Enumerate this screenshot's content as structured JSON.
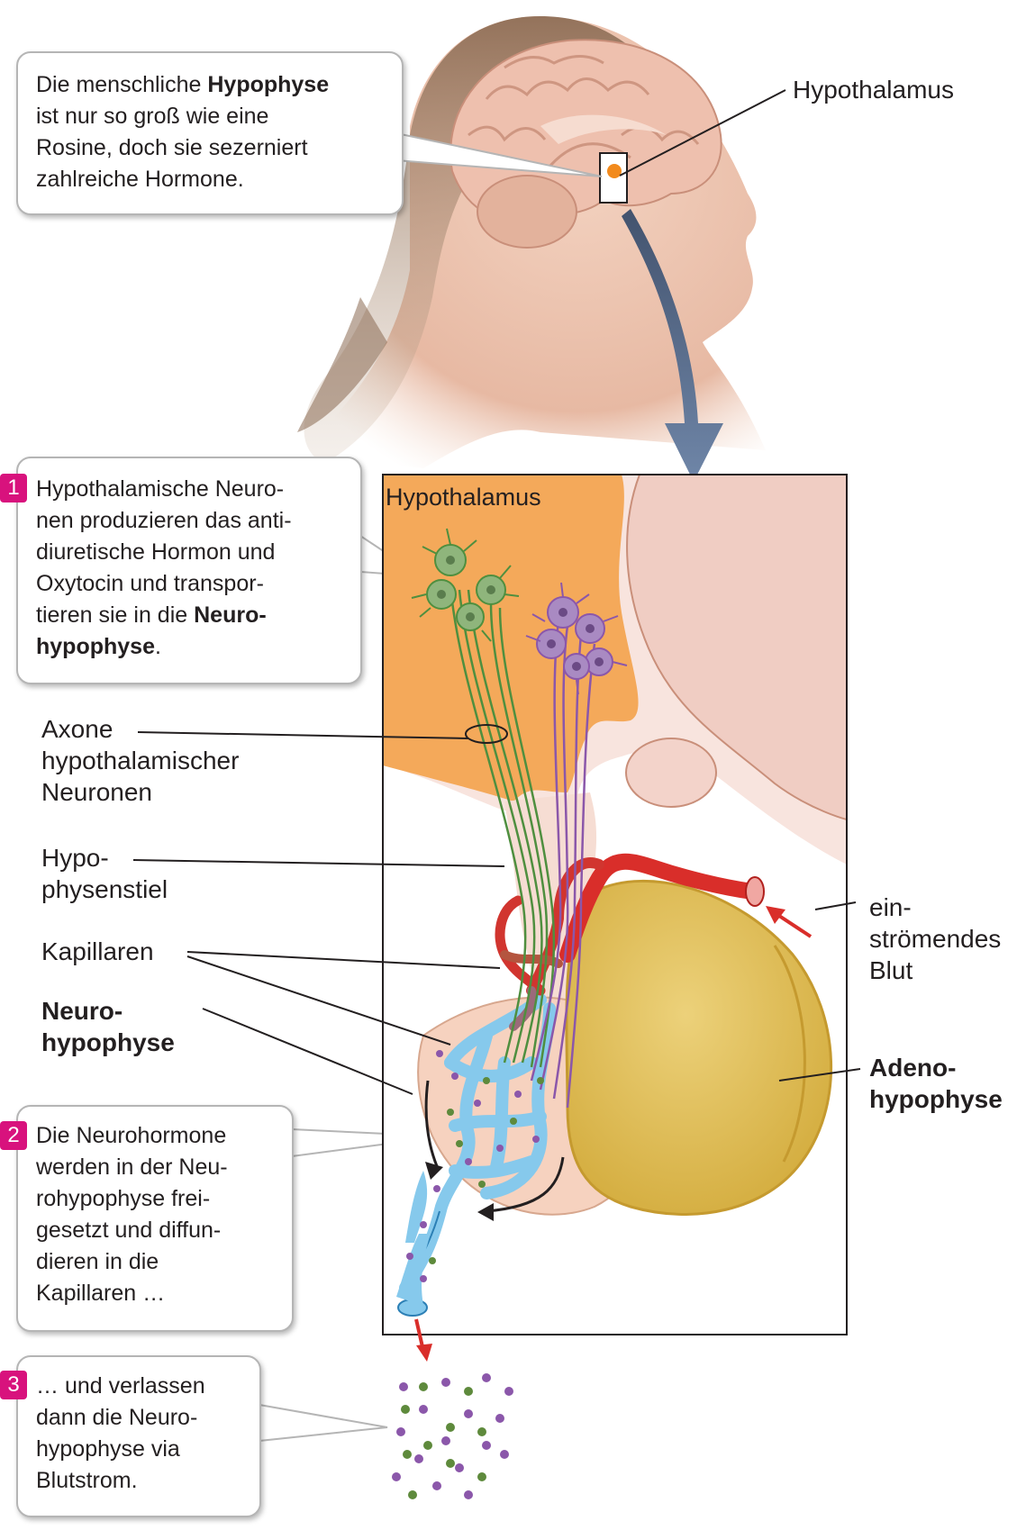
{
  "colors": {
    "badge": "#d8127d",
    "hypothalamus_region": "#f4a95a",
    "adenohypophysis": "#e6c55b",
    "artery": "#d92e2a",
    "capillary_blue": "#86c9ec",
    "neuron_green": "#4f8f3f",
    "neuron_purple": "#8b57aa",
    "arrow_blue": "#5c7393"
  },
  "icons": {
    "head": "head-profile-illustration",
    "brain": "brain-illustration",
    "arrow": "curved-arrow-icon"
  },
  "callouts": {
    "intro": {
      "line1_pre": "Die menschliche ",
      "line1_bold": "Hypophyse",
      "line2": "ist nur so groß wie eine",
      "line3": "Rosine, doch sie sezerniert",
      "line4": "zahlreiche Hormone."
    },
    "step1": {
      "number": "1",
      "line1": "Hypothalamische Neuro-",
      "line2": "nen produzieren das anti-",
      "line3": "diuretische Hormon und",
      "line4": "Oxytocin und transpor-",
      "line5_pre": "tieren sie in die ",
      "line5_bold": "Neuro-",
      "line6_bold": "hypophyse",
      "line6_post": "."
    },
    "step2": {
      "number": "2",
      "line1": "Die Neurohormone",
      "line2": "werden in der Neu-",
      "line3": "rohypophyse frei-",
      "line4": "gesetzt und diffun-",
      "line5": "dieren in die",
      "line6": "Kapillaren …"
    },
    "step3": {
      "number": "3",
      "line1": "… und verlassen",
      "line2": "dann die Neuro-",
      "line3": "hypophyse via",
      "line4": "Blutstrom."
    }
  },
  "labels": {
    "hypothalamus_head": "Hypothalamus",
    "hypothalamus_inner": "Hypothalamus",
    "axone": [
      "Axone",
      "hypothalamischer",
      "Neuronen"
    ],
    "stiel": [
      "Hypo-",
      "physenstiel"
    ],
    "kapillaren": "Kapillaren",
    "neuro": [
      "Neuro-",
      "hypophyse"
    ],
    "blut": [
      "ein-",
      "strömendes",
      "Blut"
    ],
    "adeno": [
      "Adeno-",
      "hypophyse"
    ]
  }
}
